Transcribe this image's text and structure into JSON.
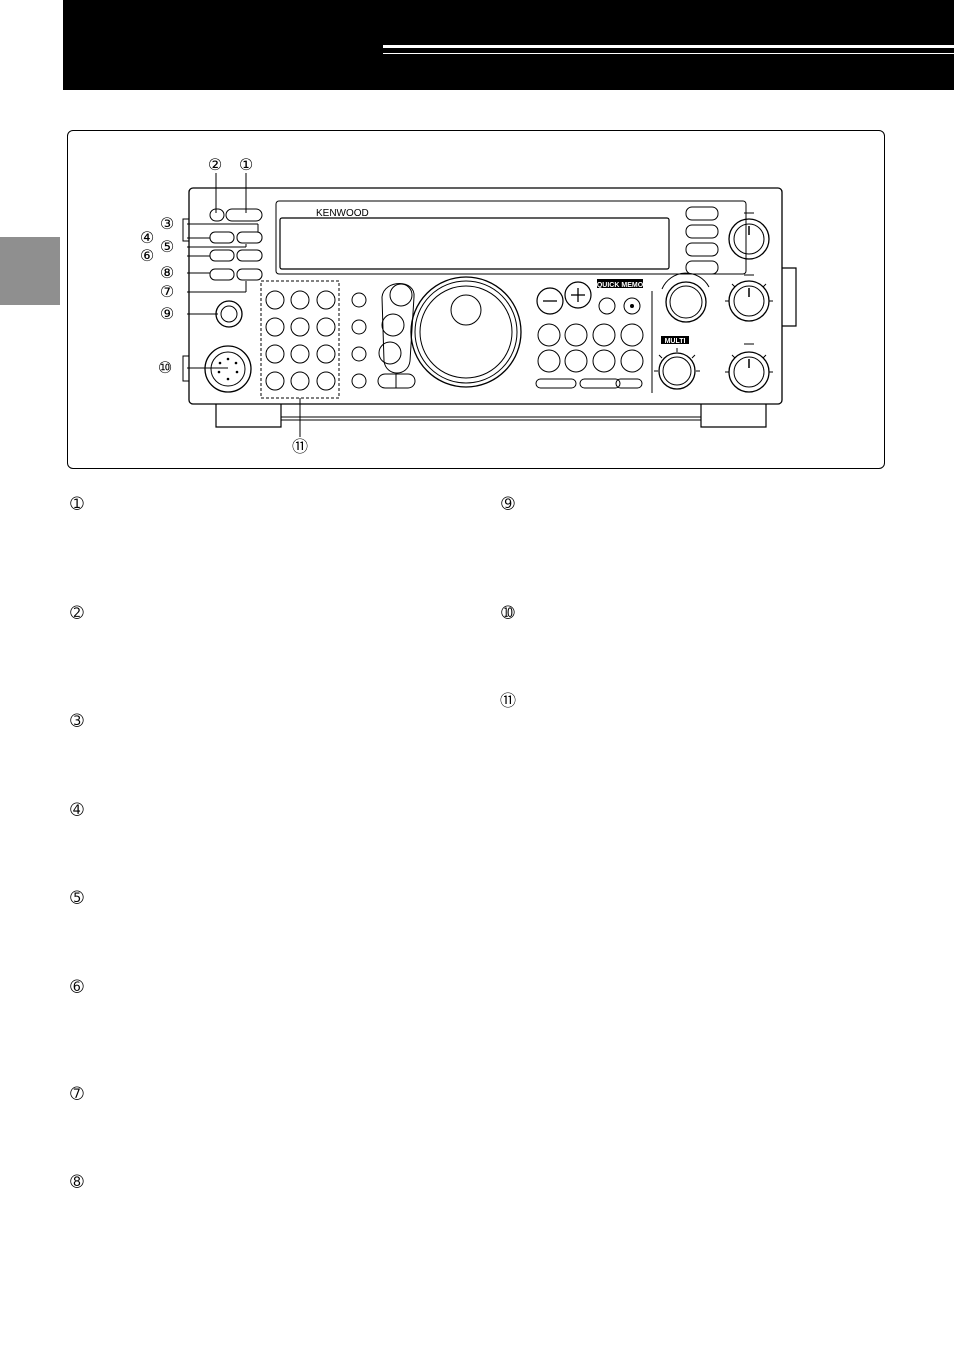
{
  "figure": {
    "brand": "KENWOOD",
    "callouts": [
      "①",
      "②",
      "③",
      "④",
      "⑤",
      "⑥",
      "⑦",
      "⑧",
      "⑨",
      "⑩",
      "⑪"
    ],
    "knob_labels": {
      "multi": "MULTI",
      "quick_memo": "QUICK MEMO"
    }
  },
  "items": {
    "left": [
      "➀",
      "➁",
      "➂",
      "➃",
      "➄",
      "➅",
      "➆",
      "➇"
    ],
    "right": [
      "➈",
      "➉",
      "⑪"
    ]
  }
}
